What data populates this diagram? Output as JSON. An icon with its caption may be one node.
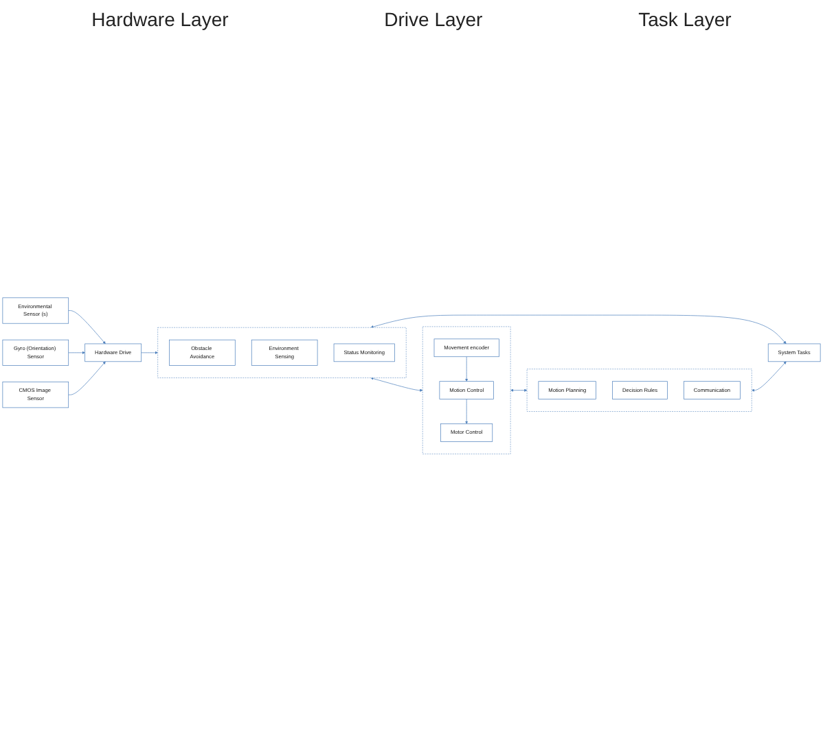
{
  "diagram": {
    "nodes": [
      {
        "text": [
          "Environmental Sensor (s)"
        ]
      },
      {
        "text": [
          "Gyro (Orientation) Sensor"
        ]
      },
      {
        "text": [
          "CMOS Image Sensor"
        ]
      },
      {
        "text": [
          "Hardware Drive"
        ]
      },
      {
        "text": [],
        "shape": "box"
      },
      {
        "text": [
          "Obstacle Avoidance"
        ],
        "in": 4
      },
      {
        "text": [
          "Environment Sensing"
        ],
        "in": 4
      },
      {
        "text": [
          "Status Monitoring"
        ],
        "in": 4
      },
      {
        "text": [
          "System Tasks"
        ]
      },
      {
        "text": [],
        "shape": "box"
      },
      {
        "text": [
          "Movement encoder"
        ],
        "in": 9
      },
      {
        "text": [
          "Motor Control"
        ],
        "in": 9
      },
      {
        "text": [
          "Motion Control"
        ],
        "in": 9
      },
      {
        "text": [],
        "shape": "box"
      },
      {
        "text": [
          "Motion Planning"
        ],
        "in": 13
      },
      {
        "text": [
          "Decision Rules"
        ],
        "in": 13
      },
      {
        "text": [
          "Communication"
        ],
        "in": 13
      }
    ],
    "edges": [
      {
        "from": 0,
        "to": 3,
        "arrow": "to"
      },
      {
        "from": 1,
        "to": 3,
        "arrow": "to"
      },
      {
        "from": 2,
        "to": 3,
        "arrow": "to"
      },
      {
        "from": 3,
        "to": 4,
        "arrow": "to"
      },
      {
        "from": 4,
        "to": 8,
        "arrow": "both"
      },
      {
        "from": 4,
        "to": 9,
        "arrow": "both"
      },
      {
        "from": 13,
        "to": 8,
        "arrow": "both"
      },
      {
        "from": 9,
        "to": 13,
        "arrow": "both"
      },
      {
        "from": 10,
        "to": 12,
        "arrow": "to"
      },
      {
        "from": 12,
        "to": 11,
        "arrow": "to"
      }
    ],
    "labels": [
      "Hardware Layer",
      "Drive Layer",
      "Task Layer"
    ]
  }
}
